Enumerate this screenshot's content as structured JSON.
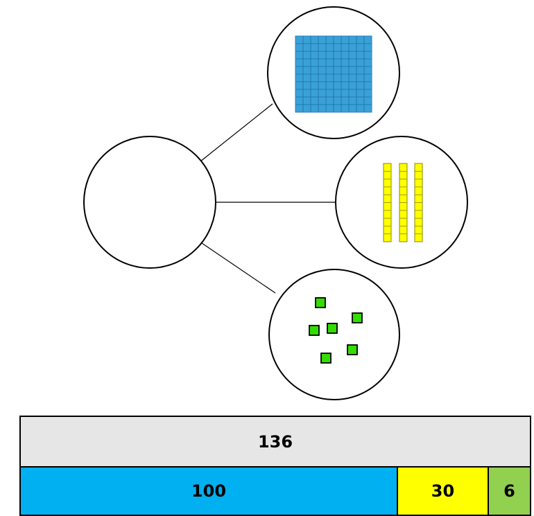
{
  "bar_model": {
    "total": "136",
    "parts": [
      "100",
      "30",
      "6"
    ]
  },
  "colors": {
    "hundreds": "#00b0f0",
    "tens": "#ffff00",
    "ones": "#92d050",
    "total_bg": "#e6e6e6",
    "hundred_block": "#3aa0d8",
    "ten_rod": "#ffff00",
    "one_cube": "#33dd00"
  },
  "diagram": {
    "whole_circle_value": "",
    "blocks": {
      "hundreds": 1,
      "tens": 3,
      "ones": 6
    }
  }
}
